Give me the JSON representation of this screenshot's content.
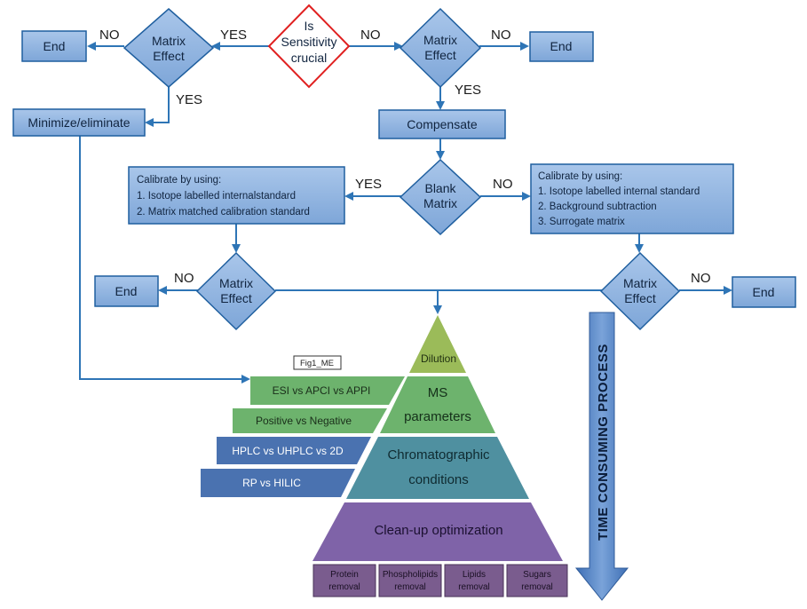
{
  "figure_tag": "Fig1_ME",
  "nodes": {
    "sensitivity": [
      "Is",
      "Sensitivity",
      "crucial"
    ],
    "matrix_effect_left": [
      "Matrix",
      "Effect"
    ],
    "matrix_effect_right": [
      "Matrix",
      "Effect"
    ],
    "end_left": "End",
    "end_right": "End",
    "minimize": "Minimize/eliminate",
    "compensate": "Compensate",
    "blank_matrix": [
      "Blank",
      "Matrix"
    ],
    "calib_left": [
      "Calibrate by using:",
      "1. Isotope labelled internalstandard",
      "2. Matrix matched calibration standard"
    ],
    "calib_right": [
      "Calibrate by using:",
      "1. Isotope labelled internal standard",
      "2. Background subtraction",
      "3. Surrogate matrix"
    ],
    "matrix_effect_lower_left": [
      "Matrix",
      "Effect"
    ],
    "matrix_effect_lower_right": [
      "Matrix",
      "Effect"
    ],
    "end_lower_left": "End",
    "end_lower_right": "End"
  },
  "edge_labels": {
    "yes_top_left": "YES",
    "no_top_left": "NO",
    "no_top_right": "NO",
    "no_far_right": "NO",
    "yes_left_down": "YES",
    "yes_right_down": "YES",
    "yes_blank": "YES",
    "no_blank": "NO",
    "no_lower_left": "NO",
    "no_lower_right": "NO"
  },
  "pyramid": {
    "dilution": "Dilution",
    "ms": [
      "MS",
      "parameters"
    ],
    "chrom": [
      "Chromatographic",
      "conditions"
    ],
    "cleanup": "Clean-up optimization"
  },
  "options": {
    "ion": "ESI vs APCI vs APPI",
    "polarity": "Positive vs Negative",
    "lc": "HPLC vs UHPLC vs 2D",
    "phase": "RP vs HILIC"
  },
  "removal": [
    [
      "Protein",
      "removal"
    ],
    [
      "Phospholipids",
      "removal"
    ],
    [
      "Lipids",
      "removal"
    ],
    [
      "Sugars",
      "removal"
    ]
  ],
  "side_arrow": "TIME CONSUMING PROCESS",
  "colors": {
    "box_fill": "#8eb4e3",
    "box_stroke": "#1f5f9f",
    "line": "#2e75b6",
    "diamond_red": "#e02020",
    "dilution": "#9bbb59",
    "ms": "#6db36d",
    "chrom": "#4f90a0",
    "cleanup": "#7f63a8",
    "removal": "#7a5c8e",
    "option_blue": "#4a72b0",
    "time_arrow": "#4f7fc1"
  }
}
